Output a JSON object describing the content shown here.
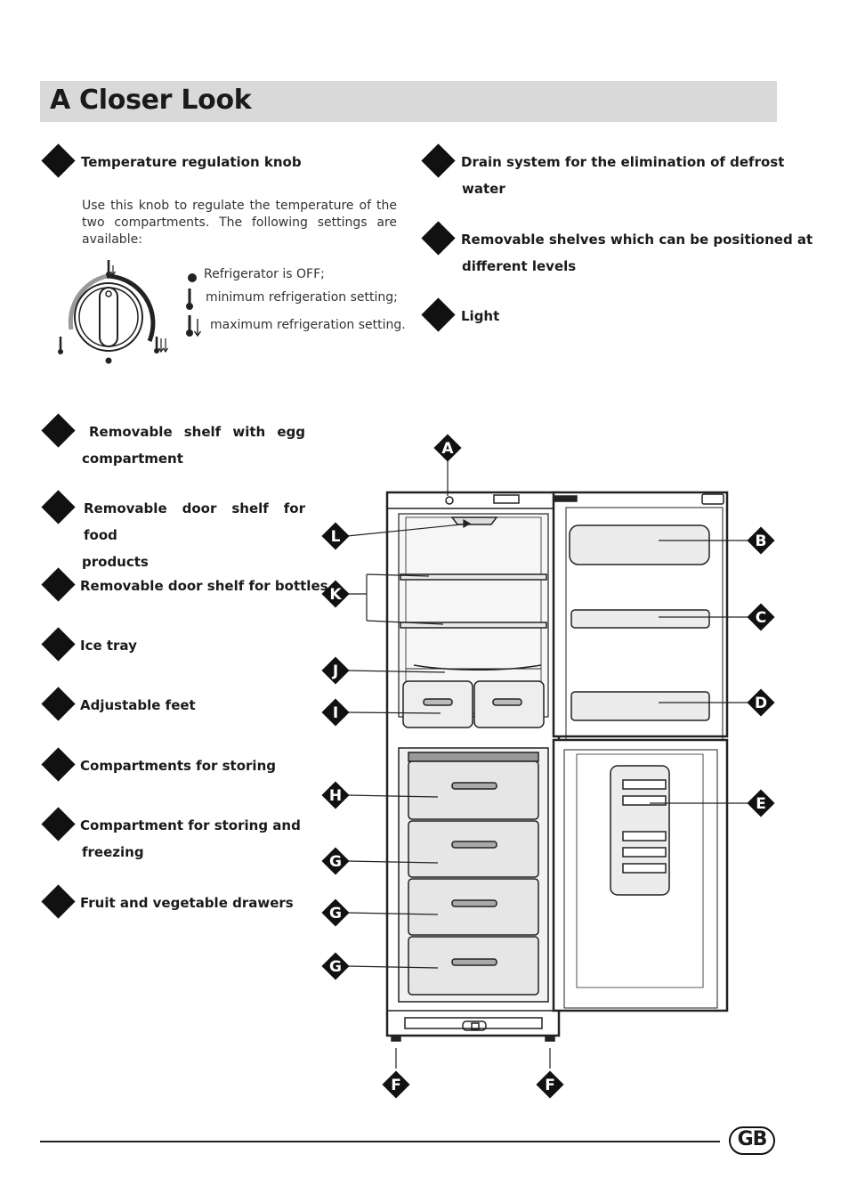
{
  "page": {
    "title": "A Closer Look",
    "badge": "GB"
  },
  "intro": {
    "knob_title": "Temperature regulation knob",
    "knob_text": "Use this knob to regulate the temperature of the two compartments. The following settings are available:",
    "settings": [
      {
        "icon": "dot-icon",
        "label": "Refrigerator is OFF;"
      },
      {
        "icon": "thermometer-icon",
        "label": "minimum refrigeration setting;"
      },
      {
        "icon": "thermometer-down-icon",
        "label": "maximum refrigeration setting."
      }
    ]
  },
  "right_items": [
    {
      "label_line1": "Drain system for the elimination of defrost",
      "label_line2": "water"
    },
    {
      "label_line1": "Removable shelves which can be positioned at",
      "label_line2": "different levels"
    },
    {
      "label_line1": "Light",
      "label_line2": ""
    }
  ],
  "left_items": [
    {
      "label_line1": "Removable shelf with egg",
      "label_line2": "compartment"
    },
    {
      "label_line1": "Removable door shelf for food",
      "label_line2": "products"
    },
    {
      "label_line1": "Removable door shelf for bottles",
      "label_line2": ""
    },
    {
      "label_line1": "Ice tray",
      "label_line2": ""
    },
    {
      "label_line1": "Adjustable feet",
      "label_line2": ""
    },
    {
      "label_line1": "Compartments for storing",
      "label_line2": ""
    },
    {
      "label_line1": "Compartment for storing and",
      "label_line2": "freezing"
    },
    {
      "label_line1": "Fruit and vegetable drawers",
      "label_line2": ""
    }
  ],
  "diagram": {
    "callouts": [
      "A",
      "B",
      "C",
      "D",
      "E",
      "F",
      "F",
      "G",
      "G",
      "G",
      "H",
      "I",
      "J",
      "K",
      "L"
    ]
  }
}
